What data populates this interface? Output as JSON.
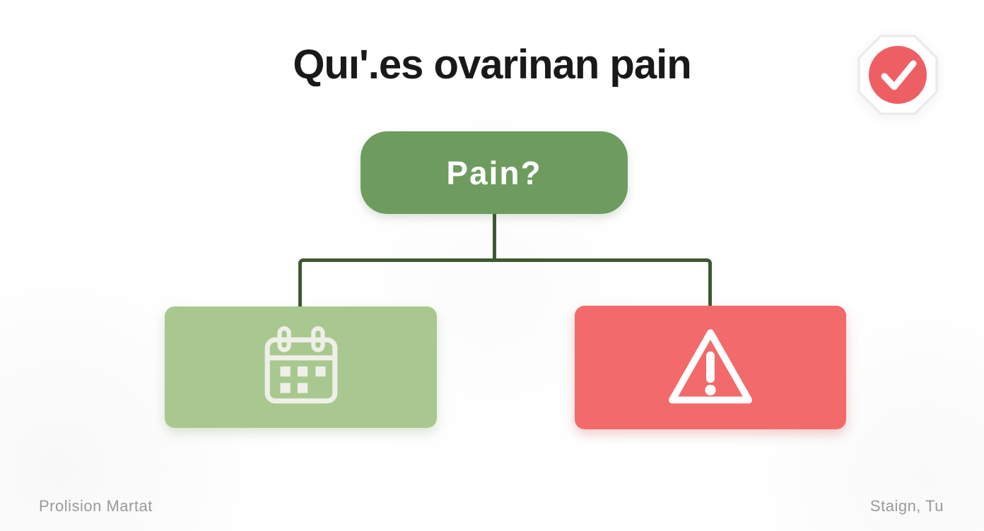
{
  "title": "Quı'.es ovarinan pain",
  "header_badge": {
    "type": "check-badge",
    "circle_color": "#ee5f63",
    "check_color": "#ffffff",
    "octagon_border_color": "#e9e9ee"
  },
  "flowchart": {
    "root": {
      "label": "Pain?",
      "bg_color": "#6d9c5e",
      "text_color": "#ffffff"
    },
    "connector_color": "#3e5931",
    "children": [
      {
        "id": "left",
        "icon": "calendar-icon",
        "bg_color": "#a9c88f",
        "icon_color": "#eef0e8"
      },
      {
        "id": "right",
        "icon": "warning-icon",
        "bg_color": "#f26a6a",
        "icon_color": "#ffffff"
      }
    ]
  },
  "footer": {
    "left_text": "Prolision Martat",
    "right_text": "Staign, Tu"
  },
  "colors": {
    "background": "#ffffff",
    "title_text": "#191919",
    "footer_text": "#9a9a9a"
  }
}
